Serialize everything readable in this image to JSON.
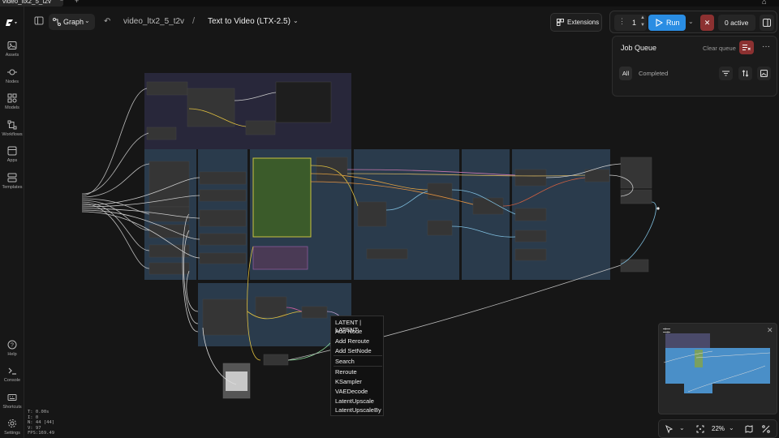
{
  "tab": {
    "label": "video_ltx2_5_t2v",
    "close": "×",
    "add": "+"
  },
  "sidebar": {
    "items": [
      {
        "label": "Assets",
        "icon": "image-icon"
      },
      {
        "label": "Nodes",
        "icon": "plug-icon"
      },
      {
        "label": "Models",
        "icon": "cubes-icon"
      },
      {
        "label": "Workflows",
        "icon": "workflow-icon"
      },
      {
        "label": "Apps",
        "icon": "apps-icon"
      },
      {
        "label": "Templates",
        "icon": "templates-icon"
      }
    ],
    "bottom_items": [
      {
        "label": "Help",
        "icon": "help-icon"
      },
      {
        "label": "Console",
        "icon": "console-icon"
      },
      {
        "label": "Shortcuts",
        "icon": "keyboard-icon"
      },
      {
        "label": "Settings",
        "icon": "gear-icon"
      }
    ]
  },
  "topbar": {
    "graph_label": "Graph",
    "undo_glyph": "↶",
    "workflow_name": "video_ltx2_5_t2v",
    "separator": "/",
    "workflow_title": "Text to Video (LTX-2.5)",
    "chevron": "⌄",
    "extensions_label": "Extensions",
    "run_count": "1",
    "run_label": "Run",
    "stop_glyph": "✕",
    "active_label": "0 active"
  },
  "queue": {
    "title": "Job Queue",
    "clear_label": "Clear queue",
    "more": "···",
    "filter_all": "All",
    "filter_completed": "Completed"
  },
  "context_menu": {
    "header": "LATENT | LATENT",
    "items_top": [
      "Add Node",
      "Add Reroute",
      "Add SetNode"
    ],
    "search": "Search",
    "items_bottom": [
      "Reroute",
      "KSampler",
      "VAEDecode",
      "LatentUpscale",
      "LatentUpscaleBy"
    ]
  },
  "minimap": {
    "close": "✕"
  },
  "bottom_controls": {
    "zoom": "22%"
  },
  "stats": {
    "lines": [
      "T: 0.00s",
      "I: 0",
      "N: 44 [44]",
      "V: 97",
      "FPS:169.49"
    ]
  },
  "colors": {
    "run_blue": "#2a8de3",
    "stop_red": "#8c3131",
    "group_blue": "#2a3b4c",
    "group_purple": "#2b2a3a",
    "node_green": "#3b5b2a",
    "node_purple": "#4a3a55"
  }
}
